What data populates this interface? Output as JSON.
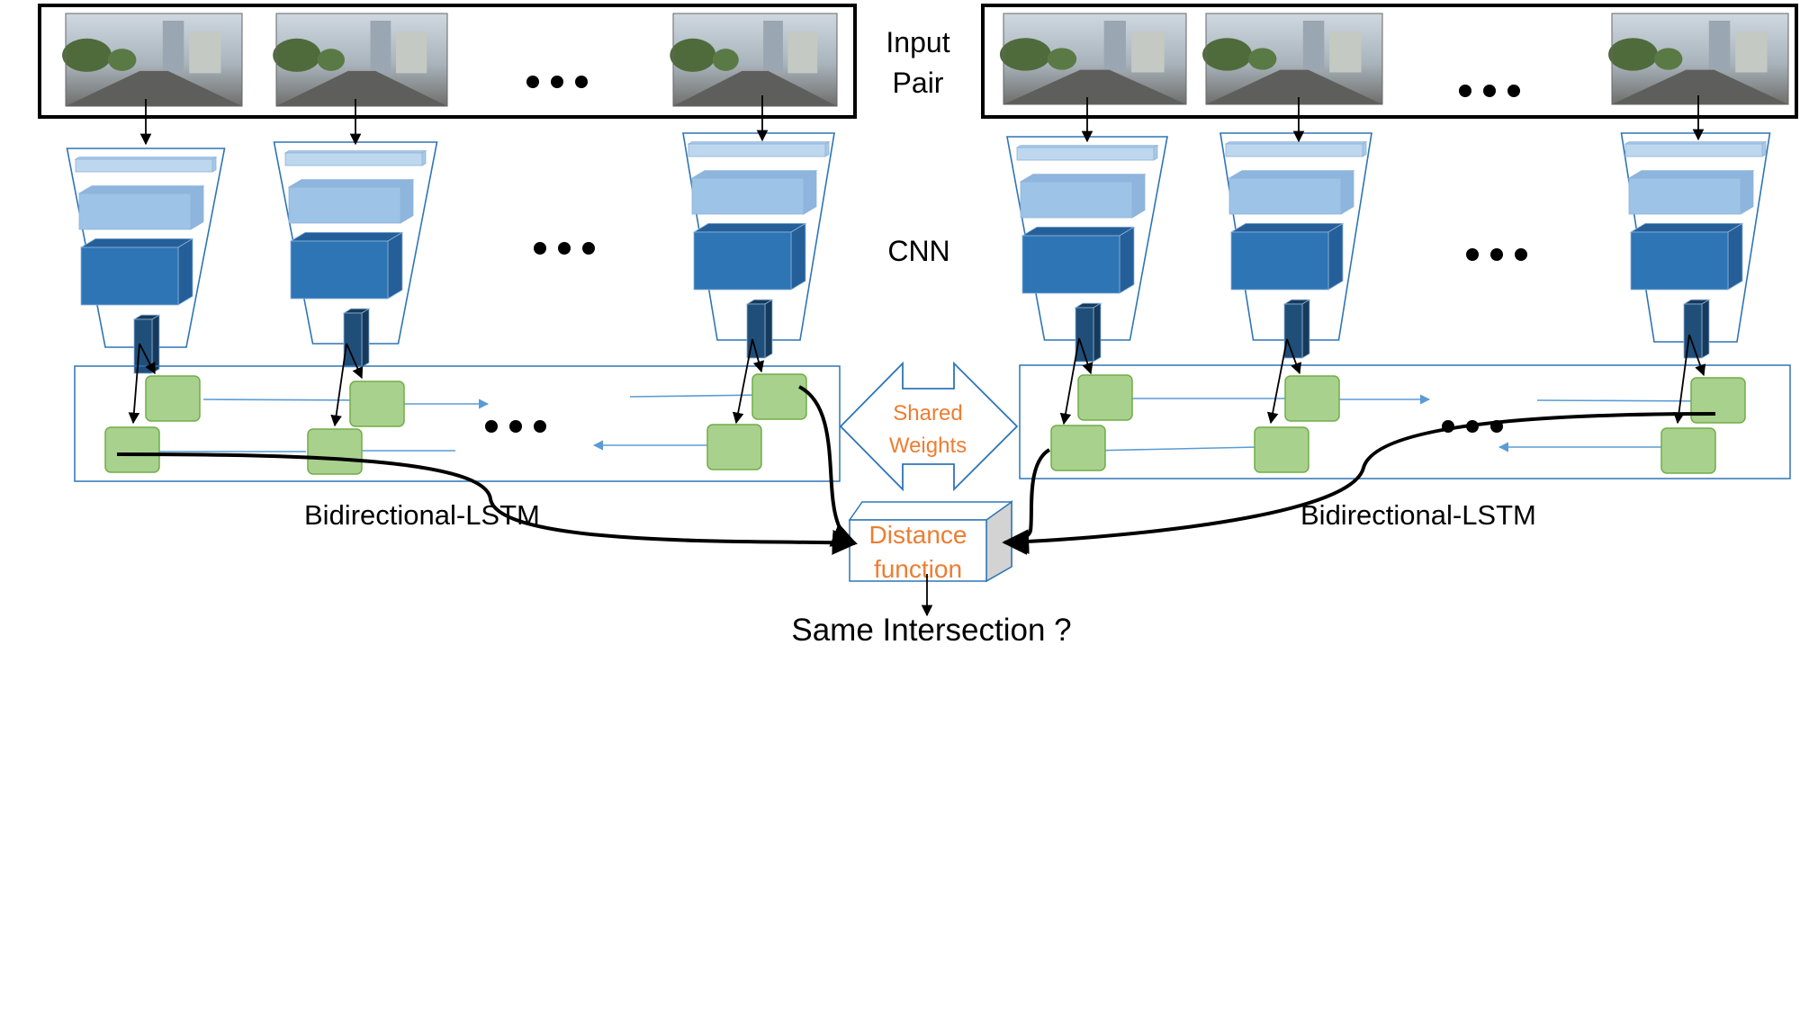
{
  "labels": {
    "input_pair_line1": "Input",
    "input_pair_line2": "Pair",
    "cnn": "CNN",
    "shared_line1": "Shared",
    "shared_line2": "Weights",
    "lstm_left": "Bidirectional-LSTM",
    "lstm_right": "Bidirectional-LSTM",
    "distance_line1": "Distance",
    "distance_line2": "function",
    "question": "Same Intersection ?"
  },
  "colors": {
    "frame": "#000000",
    "cnn_outline": "#2e75b6",
    "layer_light": "#9dc3e6",
    "layer_mid": "#bdd7ee",
    "layer_dark": "#2e75b6",
    "layer_darkest": "#1f4e79",
    "lstm_cell": "#a9d18e",
    "lstm_cell_border": "#70ad47",
    "lstm_arrow": "#5b9bd5",
    "orange_text": "#ed7d31"
  },
  "icons": {
    "ellipsis": "ellipsis-icon",
    "frame_image": "street-scene-thumbnail"
  }
}
